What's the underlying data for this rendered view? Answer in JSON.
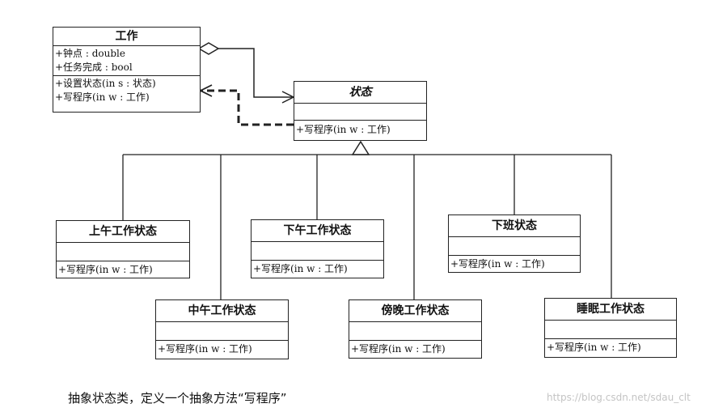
{
  "classes": {
    "work": {
      "name": "工作",
      "attributes": [
        "+钟点 : double",
        "+任务完成 : bool"
      ],
      "operations": [
        "+设置状态(in s : 状态)",
        "+写程序(in w : 工作)"
      ]
    },
    "state": {
      "name": "状态",
      "operations": [
        "+写程序(in w : 工作)"
      ]
    },
    "morning": {
      "name": "上午工作状态",
      "operations": [
        "+写程序(in w : 工作)"
      ]
    },
    "noon": {
      "name": "中午工作状态",
      "operations": [
        "+写程序(in w : 工作)"
      ]
    },
    "afternoon": {
      "name": "下午工作状态",
      "operations": [
        "+写程序(in w : 工作)"
      ]
    },
    "evening": {
      "name": "傍晚工作状态",
      "operations": [
        "+写程序(in w : 工作)"
      ]
    },
    "offwork": {
      "name": "下班状态",
      "operations": [
        "+写程序(in w : 工作)"
      ]
    },
    "sleep": {
      "name": "睡眠工作状态",
      "operations": [
        "+写程序(in w : 工作)"
      ]
    }
  },
  "caption": "抽象状态类，定义一个抽象方法“写程序”",
  "watermark": "https://blog.csdn.net/sdau_clt"
}
